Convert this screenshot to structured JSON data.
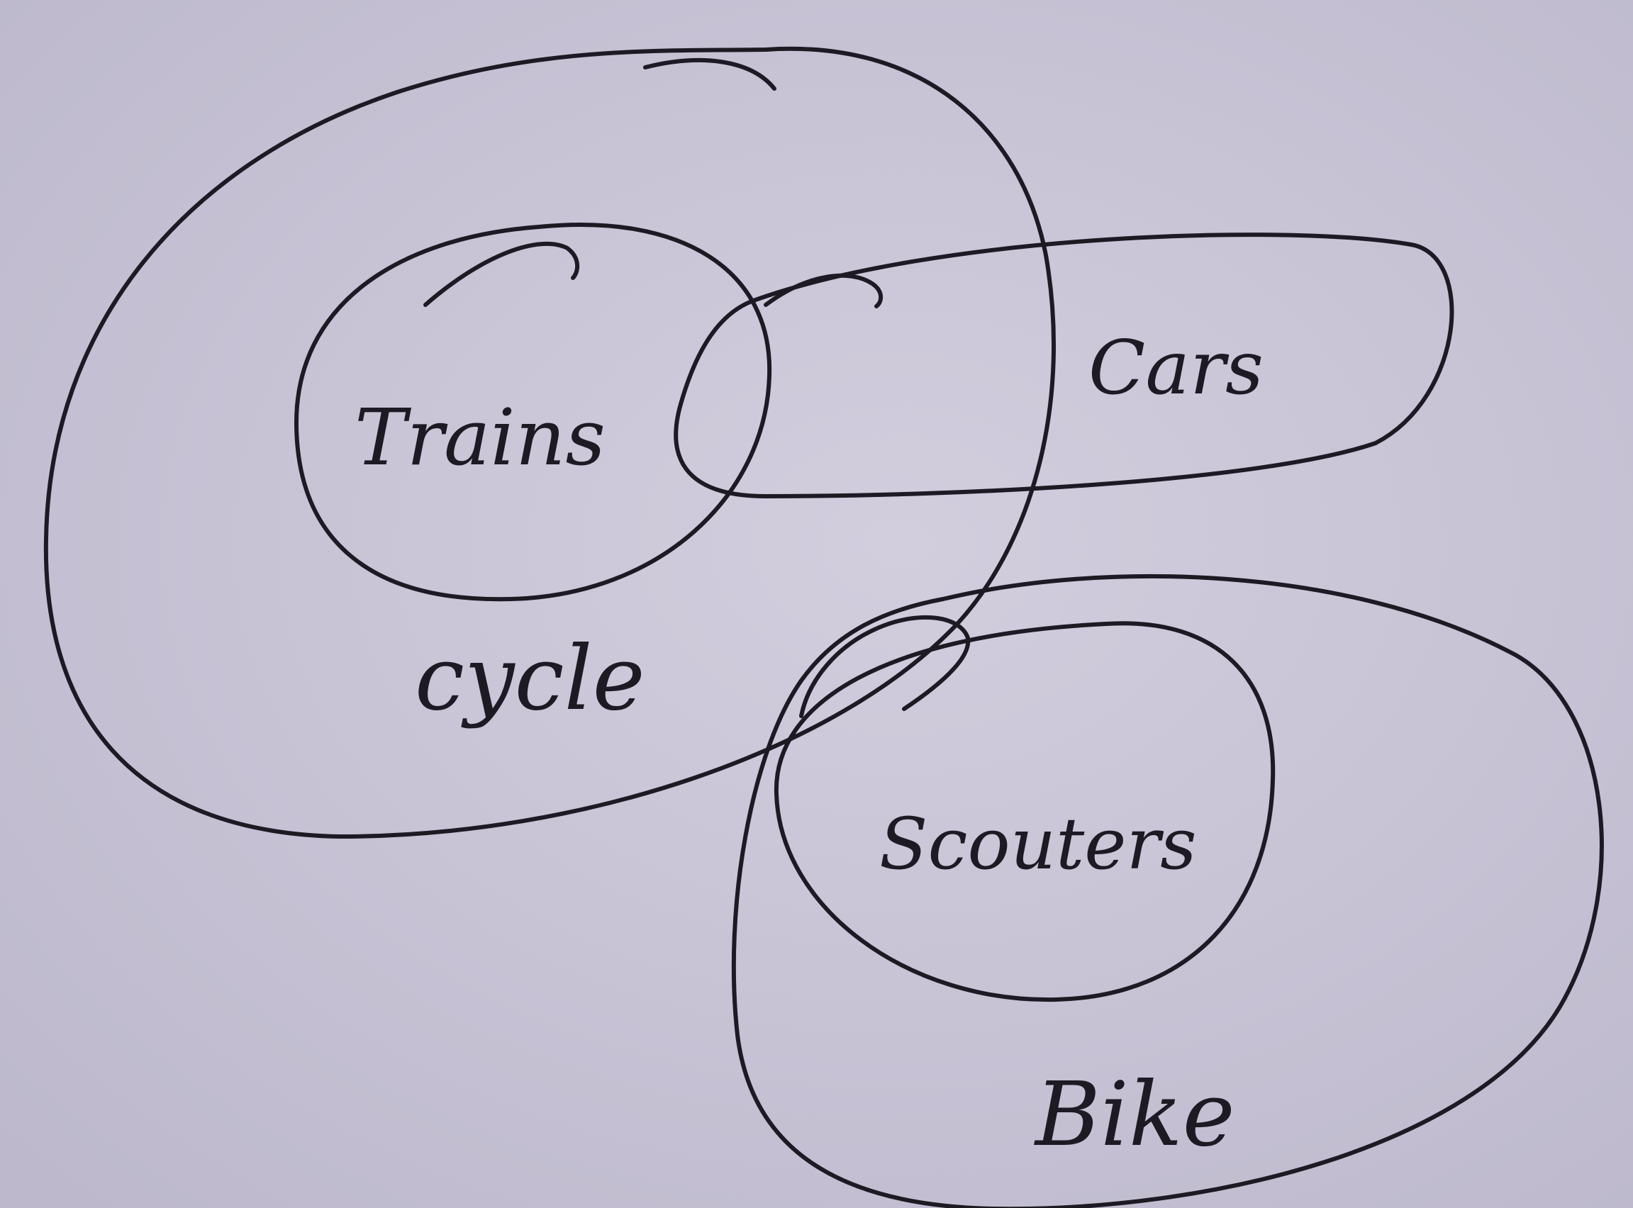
{
  "diagram": {
    "background_color": "#c9c4d6",
    "ink_color": "#1e1a24",
    "labels": {
      "trains": "Trains",
      "cars": "Cars",
      "cycle": "cycle",
      "scooters": "Scouters",
      "bike": "Bike"
    }
  }
}
